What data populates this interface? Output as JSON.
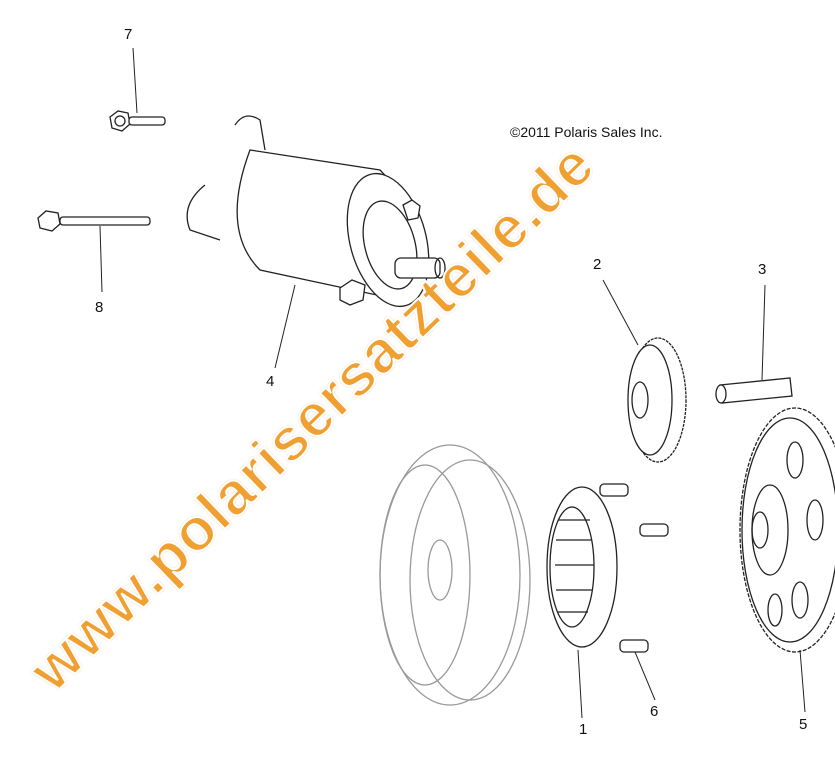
{
  "copyright": "©2011 Polaris Sales Inc.",
  "watermark": "www.polarisersatzteile.de",
  "callouts": [
    {
      "part": "1",
      "label": "1"
    },
    {
      "part": "2",
      "label": "2"
    },
    {
      "part": "3",
      "label": "3"
    },
    {
      "part": "4",
      "label": "4"
    },
    {
      "part": "5",
      "label": "5"
    },
    {
      "part": "6",
      "label": "6"
    },
    {
      "part": "7",
      "label": "7"
    },
    {
      "part": "8",
      "label": "8"
    }
  ],
  "watermark_color": "#f0a030"
}
